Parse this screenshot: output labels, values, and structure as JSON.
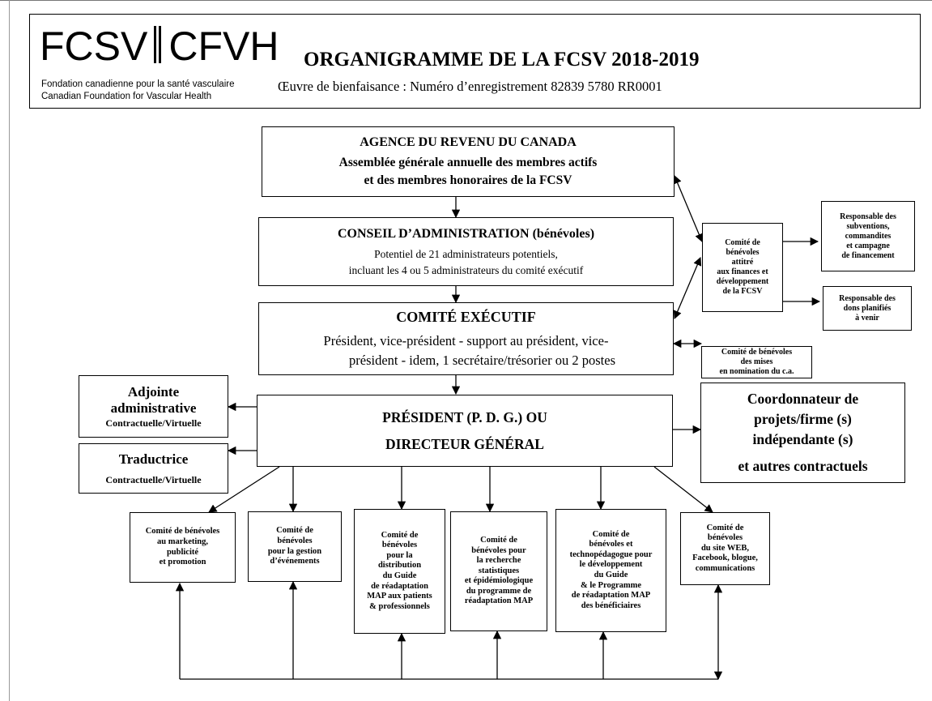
{
  "logo": {
    "left": "FCSV",
    "right": "CFVH",
    "name_fr": "Fondation canadienne pour la santé vasculaire",
    "name_en": "Canadian Foundation for Vascular Health"
  },
  "header": {
    "title": "ORGANIGRAMME DE LA FCSV 2018-2019",
    "subtitle": "Œuvre de bienfaisance : Numéro d’enregistrement 82839 5780 RR0001"
  },
  "boxes": {
    "agence": [
      "AGENCE DU REVENU DU CANADA",
      "Assemblée générale annuelle des membres actifs",
      "et des membres honoraires de la  FCSV"
    ],
    "conseil": [
      "CONSEIL D’ADMINISTRATION (bénévoles)",
      "Potentiel de 21 administrateurs potentiels,",
      "incluant les 4 ou 5 administrateurs du comité exécutif"
    ],
    "executif": [
      "COMITÉ EXÉCUTIF",
      "Président, vice-président - support au président, vice-",
      "président - idem, 1 secrétaire/trésorier ou 2 postes"
    ],
    "president": [
      "PRÉSIDENT (P. D. G.) OU",
      "DIRECTEUR GÉNÉRAL"
    ],
    "adjointe": [
      "Adjointe",
      "administrative",
      "Contractuelle/Virtuelle"
    ],
    "traductrice": [
      "Traductrice",
      "Contractuelle/Virtuelle"
    ],
    "coordonnateur": [
      "Coordonnateur de",
      "projets/firme (s)",
      "indépendante (s)",
      "",
      "et autres contractuels"
    ],
    "finances": [
      "Comité de",
      "bénévoles",
      "attitré",
      "aux finances et",
      "développement",
      "de la FCSV"
    ],
    "subventions": [
      "Responsable des",
      "subventions,",
      "commandites",
      "et campagne",
      "de financement"
    ],
    "dons": [
      "Responsable des",
      "dons planifiés",
      "à venir"
    ],
    "nomination": [
      "Comité de bénévoles",
      "des mises",
      "en nomination du c.a."
    ],
    "marketing": [
      "Comité de bénévoles",
      "au marketing,",
      "publicité",
      "et promotion"
    ],
    "evenements": [
      "Comité de",
      "bénévoles",
      "pour la gestion",
      "d’événements"
    ],
    "distribution": [
      "Comité de",
      "bénévoles",
      "pour  la",
      "distribution",
      "du Guide",
      "de réadaptation",
      "MAP aux patients",
      "& professionnels"
    ],
    "recherche": [
      "Comité de",
      "bénévoles  pour",
      "la recherche",
      "statistiques",
      "et épidémiologique",
      "du programme de",
      "réadaptation MAP"
    ],
    "techno": [
      "Comité de",
      "bénévoles et",
      "technopédagogue pour",
      "le développement",
      "du Guide",
      "& le Programme",
      "de réadaptation MAP",
      "des bénéficiaires"
    ],
    "web": [
      "Comité de",
      "bénévoles",
      "du  site WEB,",
      "Facebook, blogue,",
      "communications"
    ]
  }
}
